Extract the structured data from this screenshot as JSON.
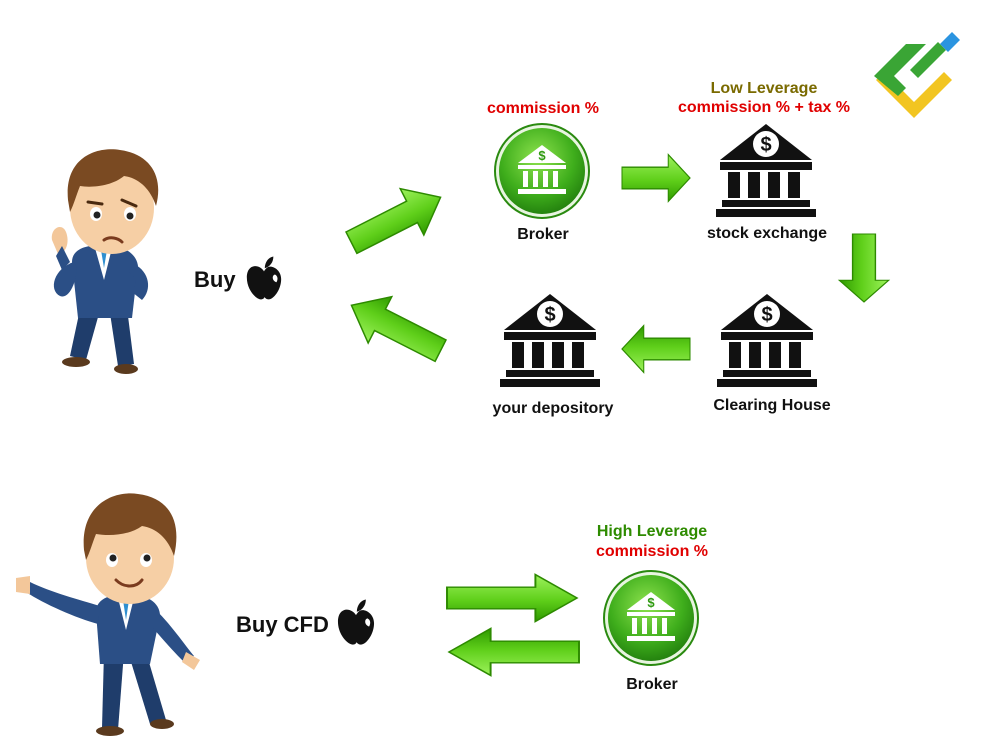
{
  "top_flow": {
    "action_label": "Buy",
    "broker": {
      "label": "Broker",
      "cost": "commission %"
    },
    "exchange": {
      "label": "stock exchange",
      "leverage": "Low Leverage",
      "cost": "commission % + tax %"
    },
    "clearing": {
      "label": "Clearing House"
    },
    "depository": {
      "label": "your depository"
    }
  },
  "bottom_flow": {
    "action_label": "Buy CFD",
    "broker": {
      "label": "Broker",
      "leverage": "High Leverage",
      "cost": "commission %"
    }
  },
  "colors": {
    "arrow_green": "#3fb500",
    "cost_red": "#e00000",
    "low_leverage": "#7a6a00",
    "high_leverage": "#2e8b00",
    "logo_green": "#3aa535",
    "logo_yellow": "#f2c521",
    "logo_blue": "#2b94e0"
  },
  "icons": [
    "person-thinking",
    "person-pointing",
    "apple-logo",
    "bank-icon",
    "brand-logo"
  ]
}
